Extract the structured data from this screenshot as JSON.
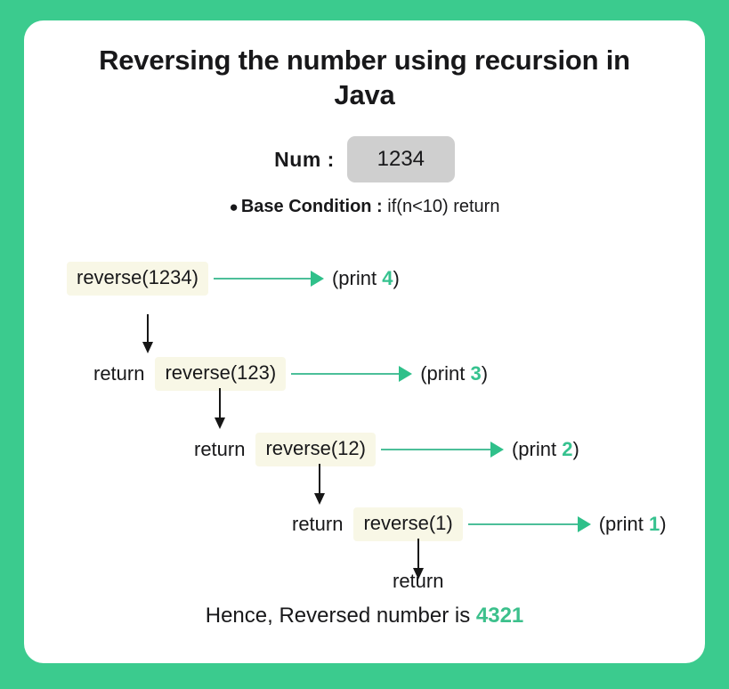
{
  "theme": {
    "page_background": "#3bcb8e",
    "card_background": "#ffffff",
    "accent_green": "#36c28f",
    "arrow_green": "#2fc08a",
    "highlight_cream": "#f8f7e6",
    "input_gray": "#cfcfcf",
    "text_dark": "#18181a"
  },
  "title": "Reversing the number using recursion in Java",
  "input_row": {
    "label": "Num :",
    "value": "1234"
  },
  "base_condition": {
    "bullet": "●",
    "label": "Base Condition :",
    "expression": "if(n<10) return"
  },
  "diagram": {
    "type": "recursion-trace",
    "rows": [
      {
        "return_label": "",
        "call": "reverse(1234)",
        "print_prefix": "(print ",
        "print_value": "4",
        "print_suffix": ")",
        "down_arrow_label": "return"
      },
      {
        "return_label": "return",
        "call": "reverse(123)",
        "print_prefix": "(print ",
        "print_value": "3",
        "print_suffix": ")",
        "down_arrow_label": "return"
      },
      {
        "return_label": "return",
        "call": "reverse(12)",
        "print_prefix": "(print ",
        "print_value": "2",
        "print_suffix": ")",
        "down_arrow_label": "return"
      },
      {
        "return_label": "return",
        "call": "reverse(1)",
        "print_prefix": "(print ",
        "print_value": "1",
        "print_suffix": ")",
        "down_arrow_label": "return"
      }
    ],
    "final_return": "return"
  },
  "conclusion": {
    "text": "Hence, Reversed number is ",
    "result": "4321"
  }
}
